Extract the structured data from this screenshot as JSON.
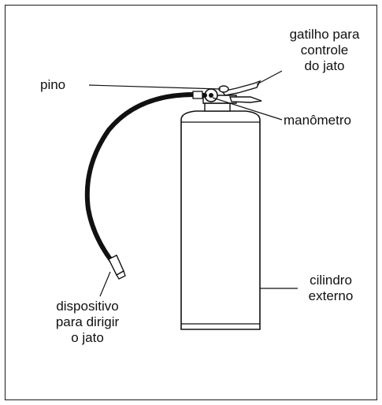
{
  "labels": {
    "pino": "pino",
    "gatilho": [
      "gatilho para",
      "controle",
      "do jato"
    ],
    "manometro": "manômetro",
    "cilindro": [
      "cilindro",
      "externo"
    ],
    "dispositivo": [
      "dispositivo",
      "para dirigir",
      "o jato"
    ]
  }
}
